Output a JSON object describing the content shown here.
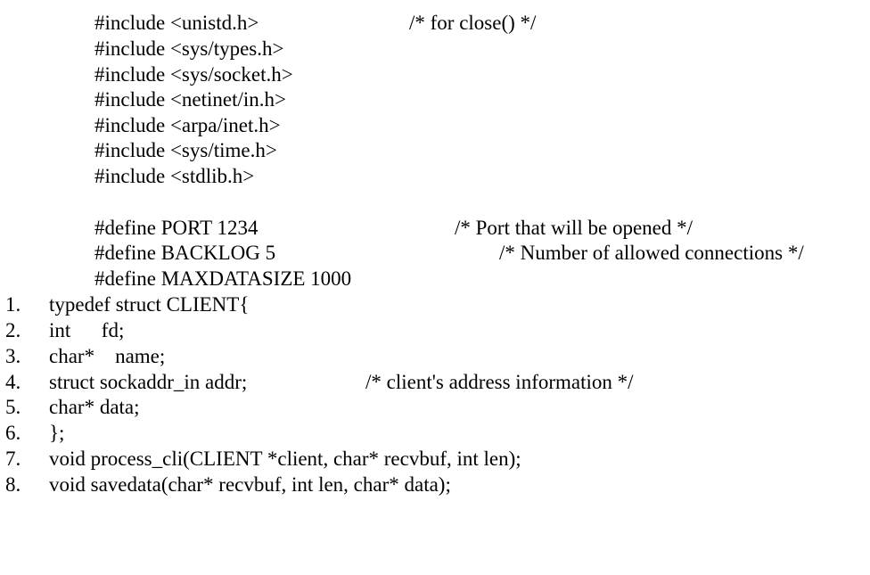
{
  "includes": [
    {
      "code": "#include <unistd.h>",
      "comment": "/* for close() */"
    },
    {
      "code": "#include <sys/types.h>",
      "comment": ""
    },
    {
      "code": "#include <sys/socket.h>",
      "comment": ""
    },
    {
      "code": "#include <netinet/in.h>",
      "comment": ""
    },
    {
      "code": "#include <arpa/inet.h>",
      "comment": ""
    },
    {
      "code": "#include <sys/time.h>",
      "comment": ""
    },
    {
      "code": "#include <stdlib.h>",
      "comment": ""
    }
  ],
  "defines": [
    {
      "code": "#define PORT 1234",
      "comment": "/* Port that will be opened */"
    },
    {
      "code": "#define BACKLOG 5",
      "comment": "/* Number of allowed connections */"
    },
    {
      "code": "#define MAXDATASIZE 1000",
      "comment": ""
    }
  ],
  "numbered_lines": [
    {
      "num": "1.",
      "code": "typedef struct CLIENT{",
      "comment": ""
    },
    {
      "num": "2.",
      "code": "int      fd;",
      "comment": ""
    },
    {
      "num": "3.",
      "code": "char*    name;",
      "comment": ""
    },
    {
      "num": "4.",
      "code": "struct sockaddr_in addr;",
      "comment": "/* client's address information */"
    },
    {
      "num": "5.",
      "code": "char* data;",
      "comment": ""
    },
    {
      "num": "6.",
      "code": "};",
      "comment": ""
    },
    {
      "num": "7.",
      "code": "void process_cli(CLIENT *client, char* recvbuf, int len);",
      "comment": ""
    },
    {
      "num": "8.",
      "code": "void savedata(char* recvbuf, int len, char* data);",
      "comment": ""
    }
  ]
}
